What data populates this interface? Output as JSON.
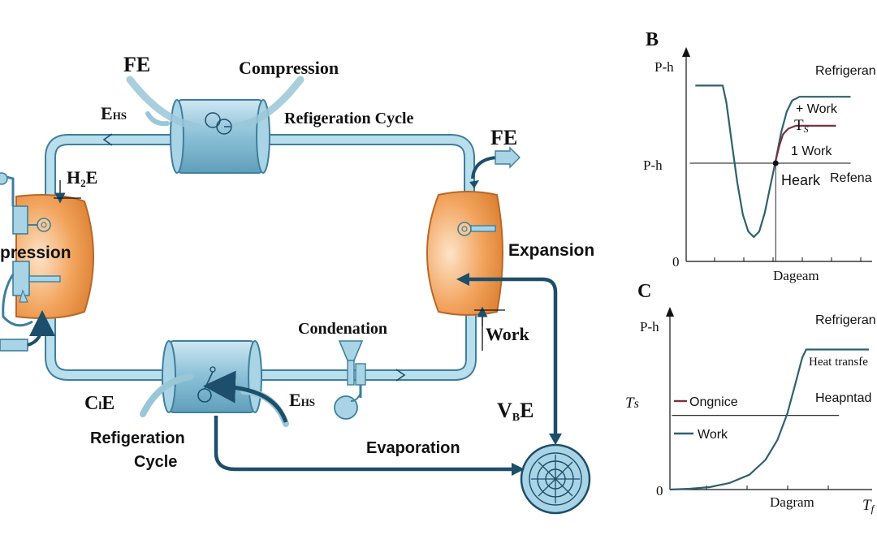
{
  "diagram": {
    "labels": {
      "fe_top": "FE",
      "compression_top": "Compression",
      "ehs_top_main": "E",
      "ehs_top_sub": "HS",
      "refrigeration_cycle_top": "Refigeration Cycle",
      "fe_right": "FE",
      "h2e_main": "H",
      "h2e_sub": "2",
      "h2e_end": "E",
      "compression_left": "pression",
      "expansion": "Expansion",
      "condenation": "Condenation",
      "work": "Work",
      "cle_main": "C",
      "cle_sub": "l",
      "cle_end": "E",
      "ehs_bottom_main": "E",
      "ehs_bottom_sub": "HS",
      "vbe_main": "V",
      "vbe_sub": "B",
      "vbe_end": "E",
      "refrigeration_cycle_bottom_1": "Refigeration",
      "refrigeration_cycle_bottom_2": "Cycle",
      "evaporation": "Evaporation"
    },
    "colors": {
      "pipe": "#a9d4e6",
      "pipe_edge": "#3f7f9c",
      "vessel": "#f2a35c",
      "arrow": "#1d4e6b"
    }
  },
  "chart_data": [
    {
      "type": "line",
      "panel": "B",
      "panel_label": "B",
      "ylabel_top": "P-h",
      "ylabel_mid": "P-h",
      "origin_label": "0",
      "xlabel": "Dageam",
      "annotations": {
        "refrigerant": "Refrigeran",
        "plus_work": "+ Work",
        "ts_main": "T",
        "ts_sub": "S",
        "one_work": "1 Work",
        "heark": "Heark",
        "refena": "Refena"
      },
      "series": [
        {
          "color": "#2e6170",
          "points": [
            [
              0.5,
              9.4
            ],
            [
              2.0,
              9.4
            ],
            [
              2.2,
              8.5
            ],
            [
              2.5,
              6.3
            ],
            [
              2.8,
              4.2
            ],
            [
              3.1,
              2.5
            ],
            [
              3.4,
              1.6
            ],
            [
              3.7,
              1.3
            ],
            [
              4.0,
              1.6
            ],
            [
              4.3,
              2.6
            ],
            [
              4.6,
              4.0
            ],
            [
              4.9,
              5.4
            ],
            [
              5.2,
              6.9
            ],
            [
              5.5,
              8.0
            ],
            [
              5.8,
              8.6
            ],
            [
              6.2,
              8.8
            ],
            [
              9.0,
              8.8
            ]
          ]
        },
        {
          "color": "#7a3040",
          "points": [
            [
              4.9,
              5.4
            ],
            [
              5.1,
              6.2
            ],
            [
              5.3,
              6.8
            ],
            [
              5.6,
              7.1
            ],
            [
              6.0,
              7.25
            ],
            [
              8.2,
              7.25
            ]
          ]
        }
      ],
      "reference_lines": {
        "horizontal_y": 5.25,
        "vertical_x": 4.9
      },
      "xlim": [
        0,
        10
      ],
      "ylim": [
        0,
        10.5
      ]
    },
    {
      "type": "line",
      "panel": "C",
      "panel_label": "C",
      "ylabel_top": "P-h",
      "ylabel_mid_main": "T",
      "ylabel_mid_sub": "s",
      "origin_label": "0",
      "xlabel": "Dagram",
      "xlabel_end_main": "T",
      "xlabel_end_sub": "f",
      "annotations": {
        "refrigerant": "Refrigeran",
        "heat_transfer": "Heat transfe",
        "heapntad": "Heapntad"
      },
      "legend": [
        {
          "label": "Ongnice",
          "color": "#7a3040"
        },
        {
          "label": "Work",
          "color": "#2e6170"
        }
      ],
      "series": [
        {
          "color": "#2e6170",
          "points": [
            [
              0,
              0
            ],
            [
              1.0,
              0.05
            ],
            [
              2.0,
              0.15
            ],
            [
              3.0,
              0.4
            ],
            [
              4.0,
              0.9
            ],
            [
              4.8,
              1.8
            ],
            [
              5.4,
              3.0
            ],
            [
              5.9,
              4.6
            ],
            [
              6.3,
              6.4
            ],
            [
              6.65,
              8.0
            ],
            [
              6.85,
              8.5
            ],
            [
              10,
              8.5
            ]
          ]
        }
      ],
      "reference_lines": {
        "horizontal_y": 4.5
      },
      "xlim": [
        0,
        10
      ],
      "ylim": [
        0,
        10
      ]
    }
  ]
}
